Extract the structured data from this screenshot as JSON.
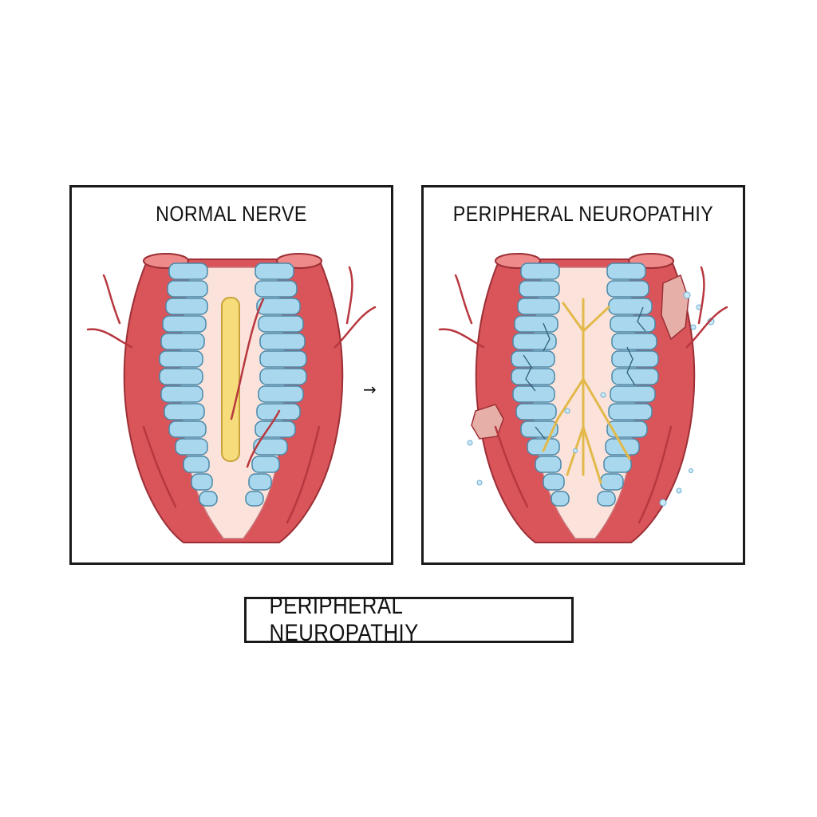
{
  "panels": {
    "left": {
      "title": "NORMAL NERVE"
    },
    "right": {
      "title": "PERIPHERAL NEUROPATHIY"
    }
  },
  "arrows": {
    "left": "→",
    "right": "→"
  },
  "caption": "PERIPHERAL NEUROPATHIY",
  "colors": {
    "vessel": "#d9555a",
    "vessel_dark": "#b8383f",
    "vessel_light": "#ee8a8a",
    "myelin": "#a9d8ee",
    "myelin_edge": "#4a88a8",
    "axon": "#f6dc7a",
    "lumen": "#fbe3dc"
  }
}
